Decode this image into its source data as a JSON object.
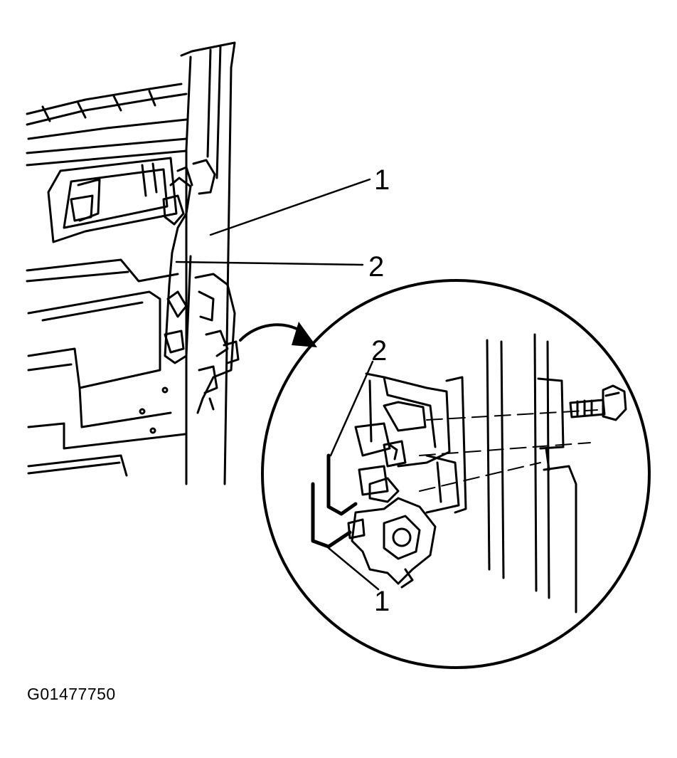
{
  "callouts": {
    "main_1": "1",
    "main_2": "2",
    "detail_1": "1",
    "detail_2": "2"
  },
  "figure_id": "G01477750",
  "icons": {
    "arrow": "curved-arrow-icon"
  },
  "colors": {
    "ink": "#000000",
    "background": "#ffffff"
  }
}
